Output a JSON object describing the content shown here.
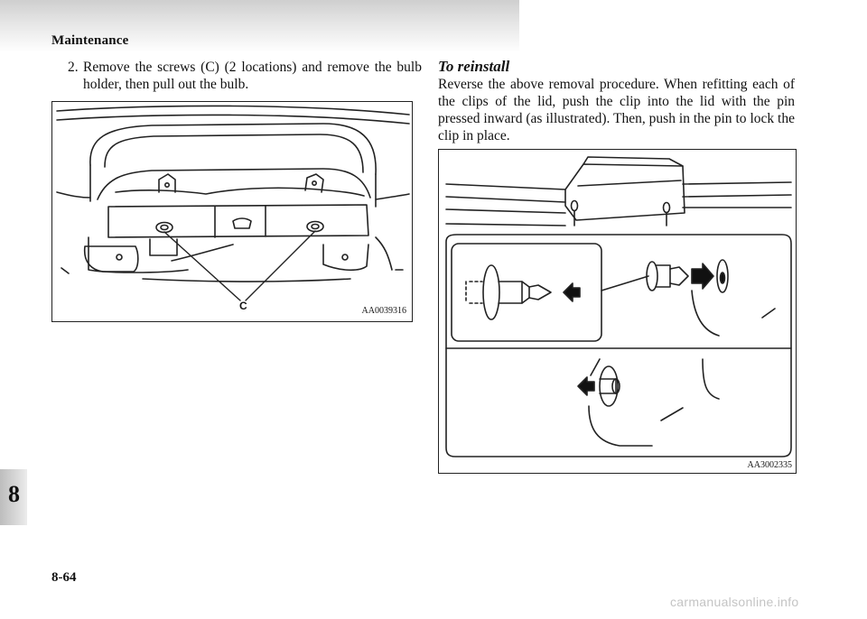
{
  "header": {
    "section_title": "Maintenance"
  },
  "chapter_tab": {
    "number": "8"
  },
  "step": {
    "number": "2.",
    "text": "Remove the screws (C) (2 locations) and remove the bulb holder, then pull out the bulb."
  },
  "figure_left": {
    "callout_label": "C",
    "code": "AA0039316"
  },
  "reinstall": {
    "heading": "To reinstall",
    "body": "Reverse the above removal procedure. When refitting each of the clips of the lid, push the clip into the lid with the pin pressed inward (as illustrated). Then, push in the pin to lock the clip in place."
  },
  "figure_right": {
    "code": "AA3002335"
  },
  "footer": {
    "page_number": "8-64",
    "watermark": "carmanualsonline.info"
  }
}
